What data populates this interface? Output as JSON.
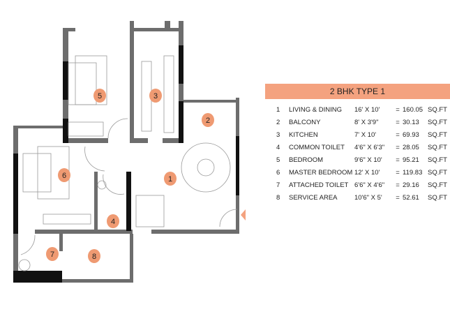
{
  "colors": {
    "accent": "#f4a27f",
    "wall_black": "#111111",
    "wall_gray": "#6d6d6d",
    "room_marker": "#ef9a72"
  },
  "legend": {
    "title": "2 BHK TYPE 1",
    "rows": [
      {
        "num": "1",
        "name": "LIVING & DINING",
        "dim": "16' X 10'",
        "eq": "=",
        "area": "160.05",
        "unit": "SQ.FT"
      },
      {
        "num": "2",
        "name": "BALCONY",
        "dim": "8' X 3'9\"",
        "eq": "=",
        "area": "30.13",
        "unit": "SQ.FT"
      },
      {
        "num": "3",
        "name": "KITCHEN",
        "dim": "7' X 10'",
        "eq": "=",
        "area": "69.93",
        "unit": "SQ.FT"
      },
      {
        "num": "4",
        "name": "COMMON TOILET",
        "dim": "4'6\" X 6'3\"",
        "eq": "=",
        "area": "28.05",
        "unit": "SQ.FT"
      },
      {
        "num": "5",
        "name": "BEDROOM",
        "dim": "9'6\" X 10'",
        "eq": "=",
        "area": "95.21",
        "unit": "SQ.FT"
      },
      {
        "num": "6",
        "name": "MASTER BEDROOM",
        "dim": "12' X 10'",
        "eq": "=",
        "area": "119.83",
        "unit": "SQ.FT"
      },
      {
        "num": "7",
        "name": "ATTACHED TOILET",
        "dim": "6'6\" X 4'6\"",
        "eq": "=",
        "area": "29.16",
        "unit": "SQ.FT"
      },
      {
        "num": "8",
        "name": "SERVICE AREA",
        "dim": "10'6\" X 5'",
        "eq": "=",
        "area": "52.61",
        "unit": "SQ.FT"
      }
    ]
  },
  "plan": {
    "markers": [
      "1",
      "2",
      "3",
      "4",
      "5",
      "6",
      "7",
      "8"
    ]
  }
}
